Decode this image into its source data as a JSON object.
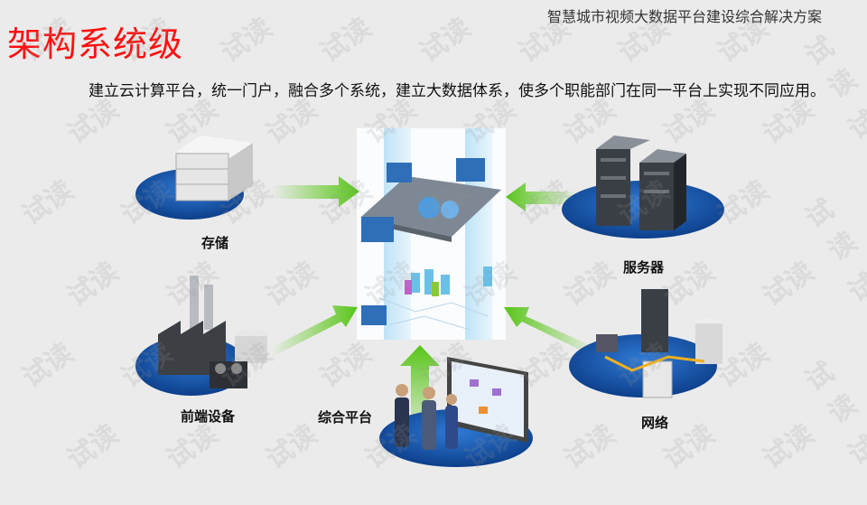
{
  "header": {
    "subtitle": "智慧城市视频大数据平台建设综合解决方案",
    "title": "架构系统级"
  },
  "description": "建立云计算平台，统一门户，融合多个系统，建立大数据体系，使多个职能部门在同一平台上实现不同应用。",
  "nodes": {
    "storage": "存储",
    "server": "服务器",
    "frontend": "前端设备",
    "network": "网络",
    "platform": "综合平台"
  },
  "watermark": "试读",
  "colors": {
    "title": "#ff1010",
    "ellipse": "#1a5cb0",
    "arrow": "#5ccc1a"
  }
}
